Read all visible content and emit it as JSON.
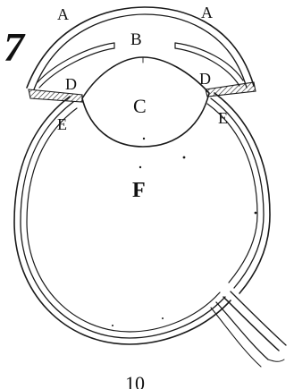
{
  "figure_number": "7",
  "page_number": "10",
  "labels": {
    "cornea_left": "A",
    "cornea_right": "A",
    "aqueous_humor": "B",
    "crystalline_lens": "C",
    "iris_left": "D",
    "iris_right": "D",
    "ciliary_left": "E",
    "ciliary_right": "E",
    "vitreous_humor": "F"
  },
  "colors": {
    "ink": "#1a1a1a",
    "paper": "#ffffff"
  }
}
